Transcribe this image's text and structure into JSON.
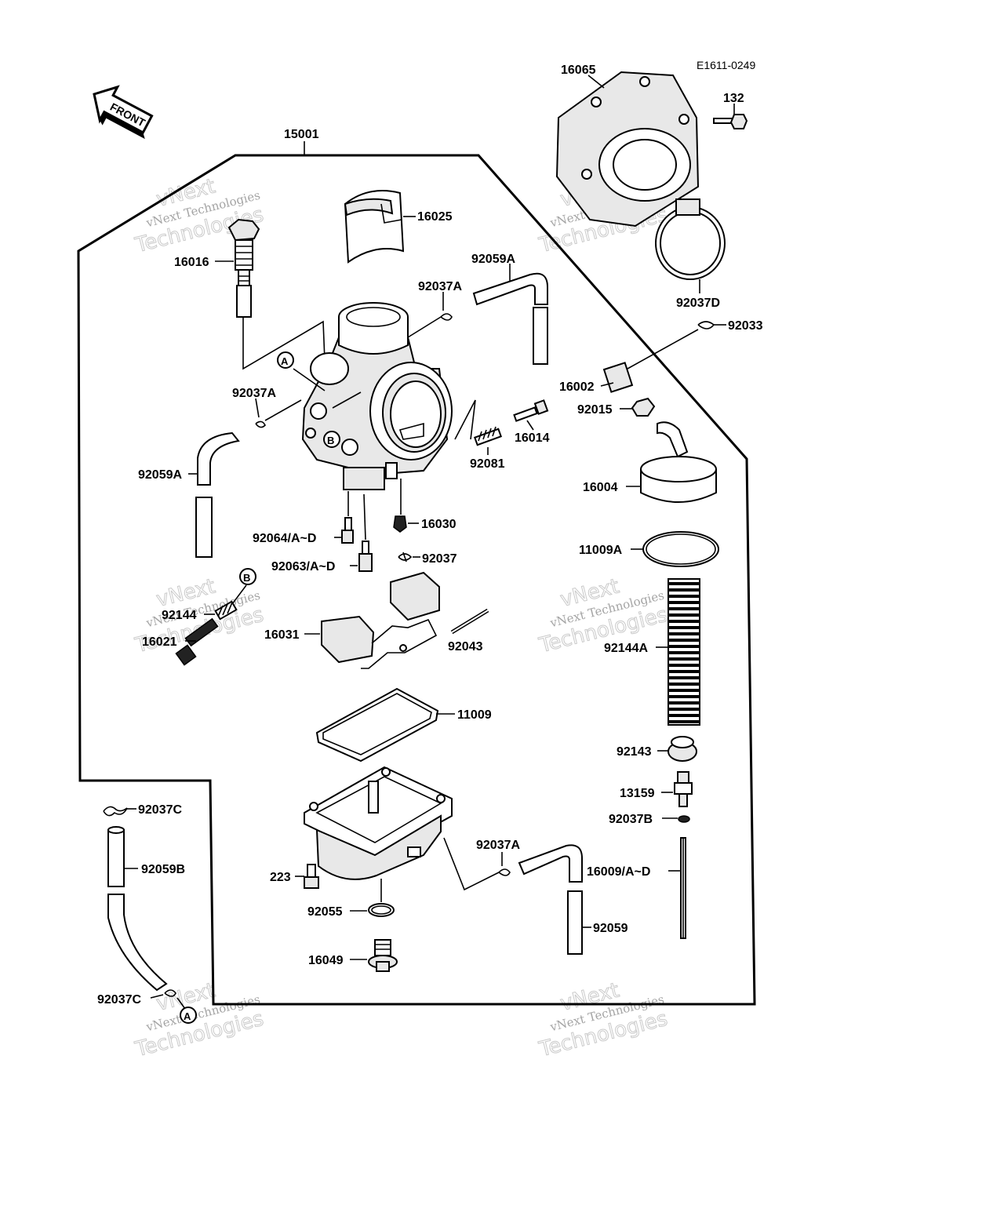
{
  "diagram_ref": "E1611-0249",
  "front_label": "FRONT",
  "assembly_label": "15001",
  "watermark": {
    "line1": "vNext Technologies",
    "line2": "vNext",
    "line3": "Technologies"
  },
  "callouts": {
    "A": "A",
    "B": "B"
  },
  "parts": {
    "p16065": "16065",
    "p132": "132",
    "p92037D": "92037D",
    "p92033": "92033",
    "p16002": "16002",
    "p92015": "92015",
    "p16004": "16004",
    "p11009A": "11009A",
    "p92144A": "92144A",
    "p92143": "92143",
    "p13159": "13159",
    "p92037B": "92037B",
    "p16009": "16009/A~D",
    "p16025": "16025",
    "p16016": "16016",
    "p92059A_top": "92059A",
    "p92037A_top": "92037A",
    "p92037A_left": "92037A",
    "p92059A_left": "92059A",
    "p16014": "16014",
    "p92081": "92081",
    "p16030": "16030",
    "p92064": "92064/A~D",
    "p92063": "92063/A~D",
    "p92037": "92037",
    "p92144": "92144",
    "p16021": "16021",
    "p16031": "16031",
    "p92043": "92043",
    "p11009": "11009",
    "p92037C_top": "92037C",
    "p92059B": "92059B",
    "p223": "223",
    "p92055": "92055",
    "p16049": "16049",
    "p92037A_bottom": "92037A",
    "p92059": "92059",
    "p92037C_bottom": "92037C"
  }
}
